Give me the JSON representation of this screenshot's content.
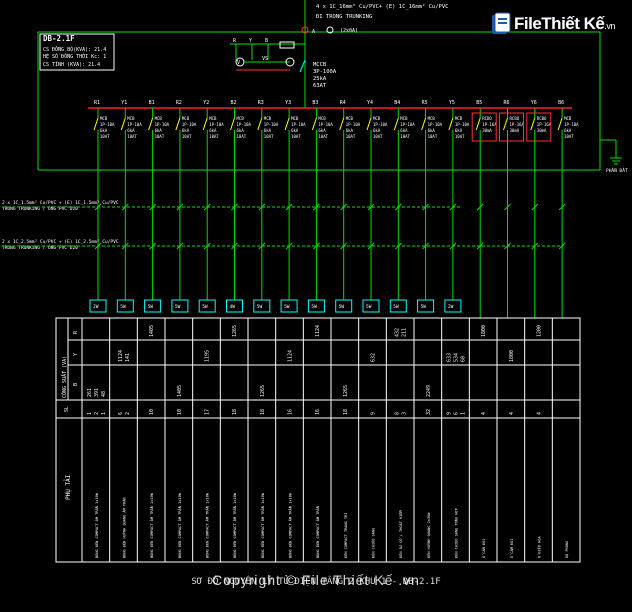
{
  "diagram": {
    "panel_title": "DB-2.1F",
    "panel_info": [
      "CS ĐỒNG BỘ(KVA): 21.4",
      "HỆ SỐ ĐỒNG THỜI Kc: 1",
      "CS TÍNH (KVA): 21.4"
    ],
    "incomer_cable": "4 x 1C_16mm² Cu/PVC+ (E) 1C_16mm² Cu/PVC",
    "incomer_note": "ĐI TRONG TRUNKING",
    "main_breaker": [
      "MCCB",
      "3P-100A",
      "25kA",
      "63AT"
    ],
    "meter_labels": [
      "R",
      "Y",
      "B",
      "V",
      "A",
      "(2x0A)",
      "2x0A",
      "VS"
    ],
    "earth_label": "PHẦN ĐẤT",
    "phases": [
      "R1",
      "Y1",
      "B1",
      "R2",
      "Y2",
      "B2",
      "R3",
      "Y3",
      "B3",
      "R4",
      "Y4",
      "B4",
      "R5",
      "Y5",
      "B5",
      "R6",
      "Y6",
      "B6"
    ],
    "breaker_label": [
      "MCB",
      "1P-10A",
      "6kA",
      "10AT"
    ],
    "rcbo_label": [
      "RCBO",
      "1P-16A",
      "30mA"
    ],
    "cable_note_1": [
      "2 x 1C_1.5mm² Cu/PVC + (E) 1C_1.5mm² Cu/PVC",
      "TRONG TRUNKING / ỐNG PVC D20"
    ],
    "cable_note_2": [
      "2 x 1C_2.5mm² Cu/PVC + (E) 1C_2.5mm² Cu/PVC",
      "TRONG TRUNKING / ỐNG PVC D20"
    ],
    "box_labels": [
      "2W",
      "5W",
      "5W",
      "5W",
      "5W",
      "4W",
      "5W",
      "5W",
      "5W",
      "5W",
      "5W",
      "5W",
      "5W",
      "2W"
    ],
    "table": {
      "header_power": "CÔNG SUẤT (VA)",
      "row_labels": [
        "R",
        "Y",
        "B",
        "SL",
        "PHỤ TẢI"
      ],
      "columns": [
        {
          "r": "",
          "y": "",
          "b": "261\n391\n48",
          "sl": "1\n2\n1",
          "load": "BÓNG ĐÈN COMPACT ÂM TRẦN 1x18W"
        },
        {
          "r": "",
          "y": "1124\n141",
          "b": "",
          "sl": "6\n2",
          "load": "BÓNG ĐÈN HUỲNH QUANG ÂM TRẦN"
        },
        {
          "r": "1405",
          "y": "",
          "b": "",
          "sl": "10",
          "load": "BÓNG ĐÈN COMPACT ÂM TRẦN 1x18W"
        },
        {
          "r": "",
          "y": "",
          "b": "1405",
          "sl": "10",
          "load": "BÓNG ĐÈN COMPACT ÂM TRẦN 1x18W"
        },
        {
          "r": "",
          "y": "1195",
          "b": "",
          "sl": "17",
          "load": "BÓNG ĐÈN COMPACT ÂM TRẦN 1x18W"
        },
        {
          "r": "1265",
          "y": "",
          "b": "",
          "sl": "18",
          "load": "BÓNG ĐÈN COMPACT ÂM TRẦN 1x18W"
        },
        {
          "r": "",
          "y": "",
          "b": "1265",
          "sl": "18",
          "load": "BÓNG ĐÈN COMPACT ÂM TRẦN 1x18W"
        },
        {
          "r": "",
          "y": "1124",
          "b": "",
          "sl": "16",
          "load": "BÓNG ĐÈN COMPACT ÂM TRẦN 1x18W"
        },
        {
          "r": "1124",
          "y": "",
          "b": "",
          "sl": "16",
          "load": "BÓNG ĐÈN COMPACT ÂM TRẦN"
        },
        {
          "r": "",
          "y": "",
          "b": "1265",
          "sl": "18",
          "load": "ĐÈN COMPACT TRANG TRÍ"
        },
        {
          "r": "",
          "y": "632",
          "b": "",
          "sl": "9",
          "load": "ĐÈN CHIẾU SÁNG"
        },
        {
          "r": "432\n211",
          "y": "",
          "b": "",
          "sl": "8\n3",
          "load": "ĐÈN SỰ CỐ / THOÁT HIỂM"
        },
        {
          "r": "",
          "y": "",
          "b": "2249",
          "sl": "32",
          "load": "ĐÈN HUỲNH QUANG 2x36W"
        },
        {
          "r": "",
          "y": "633\n534\n60",
          "b": "",
          "sl": "9\n6\n1",
          "load": "ĐÈN CHIẾU SÁNG TỔNG HỢP"
        },
        {
          "r": "1800",
          "y": "",
          "b": "",
          "sl": "4",
          "load": "Ổ CẮM ĐÔI"
        },
        {
          "r": "",
          "y": "1800",
          "b": "",
          "sl": "4",
          "load": "Ổ CẮM ĐÔI"
        },
        {
          "r": "1200",
          "y": "",
          "b": "",
          "sl": "4",
          "load": "Ổ ĐIỀU HÒA"
        },
        {
          "r": "",
          "y": "",
          "b": "",
          "sl": "",
          "load": "DỰ PHÒNG"
        }
      ]
    }
  },
  "branding": {
    "logo_main": "File",
    "logo_rest": "Thiết Kế",
    "logo_suffix": ".vn",
    "watermark": "Copyright © File Thiết Kế .vn",
    "caption": "SƠ ĐỒ NGUYÊN LÝ TỦ ĐIỆN TẦNG 2 KHU 1 - DB-2.1F"
  },
  "colors": {
    "bus": "#ff2020",
    "wire": "#00e000",
    "cyan": "#00ffff",
    "yellow": "#ffff00",
    "white": "#ffffff",
    "bg": "#000000",
    "logo_blue": "#1e5aa8"
  }
}
